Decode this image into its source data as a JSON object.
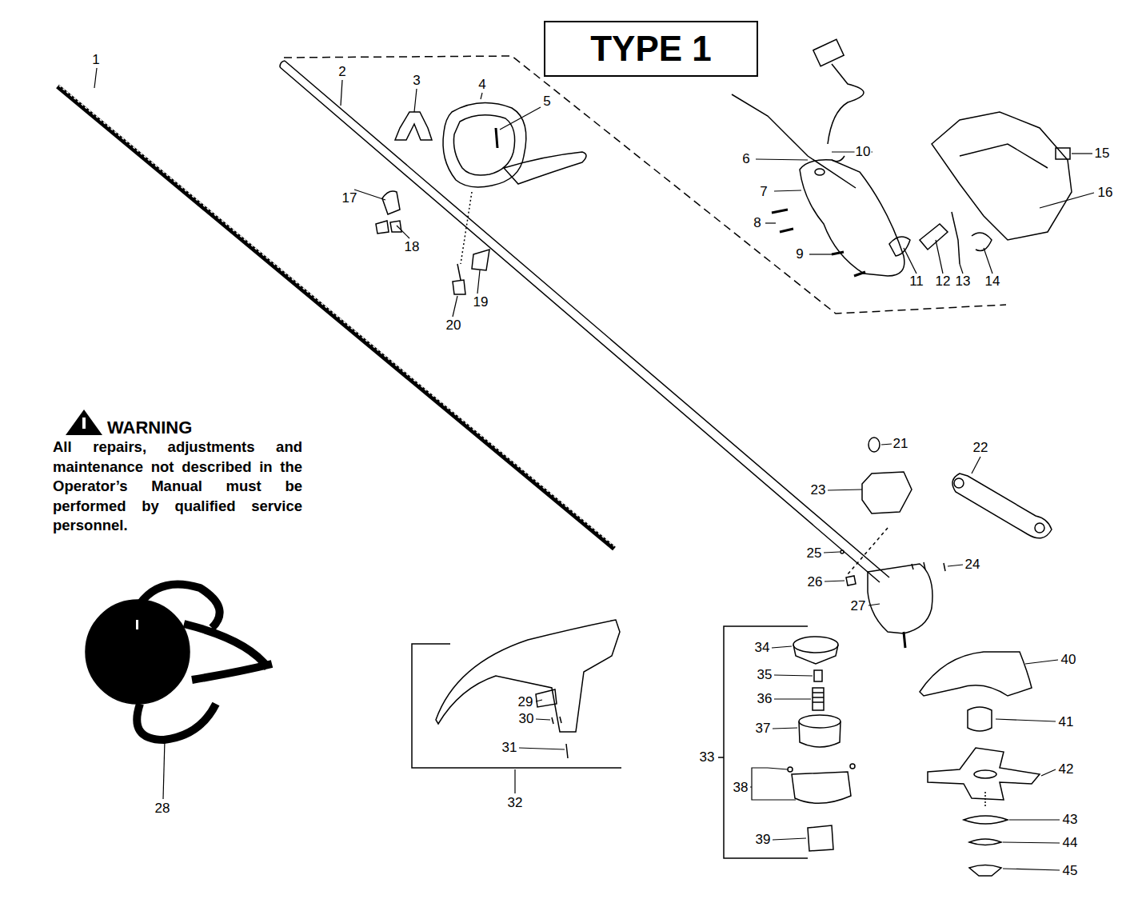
{
  "diagram": {
    "nodes": [
      {
        "text": [
          "TYPE 1"
        ]
      }
    ],
    "labels": [
      "1",
      "2",
      "3",
      "4",
      "5",
      "6",
      "7",
      "8",
      "9",
      "10",
      "11",
      "12",
      "13",
      "14",
      "15",
      "16",
      "17",
      "18",
      "19",
      "20",
      "21",
      "22",
      "23",
      "24",
      "25",
      "26",
      "27",
      "28",
      "29",
      "30",
      "31",
      "32",
      "33",
      "34",
      "35",
      "36",
      "37",
      "38",
      "39",
      "40",
      "41",
      "42",
      "43",
      "44",
      "45",
      "WARNING",
      "All repairs, adjustments and maintenance not described in the Operator’s Manual must be performed by qualified service personnel."
    ]
  }
}
